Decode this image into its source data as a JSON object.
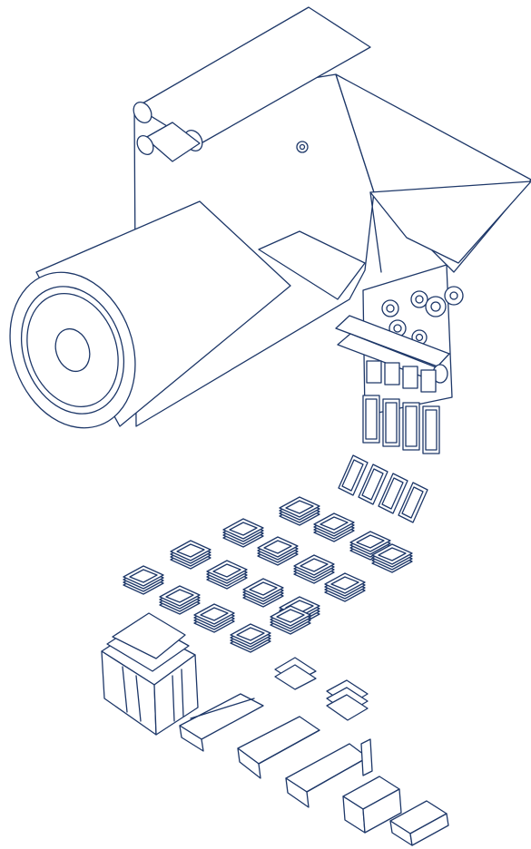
{
  "diagram": {
    "colors": {
      "stroke": "#1d3768",
      "background": "#ffffff"
    },
    "components": [
      "film-roll",
      "top-dancer-roller",
      "web-guide-rollers",
      "sealing-unit",
      "cut-die-cavities",
      "stacked-wafers",
      "wrapped-bundle",
      "bundle-stack",
      "flow-pack",
      "carton"
    ]
  }
}
